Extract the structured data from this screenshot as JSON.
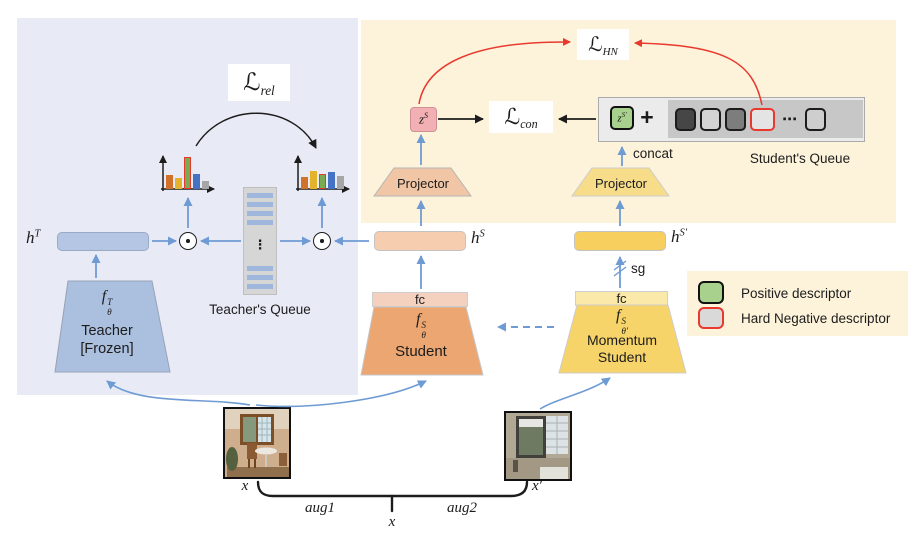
{
  "losses": {
    "rel": {
      "script": "ℒ",
      "sub": "rel"
    },
    "con": {
      "script": "ℒ",
      "sub": "con"
    },
    "hn": {
      "script": "ℒ",
      "sub": "HN"
    }
  },
  "math": {
    "hT": {
      "base": "h",
      "sup": "T"
    },
    "hS": {
      "base": "h",
      "sup": "S"
    },
    "hSp": {
      "base": "h",
      "sup": "S′"
    },
    "zS": {
      "base": "z",
      "sup": "S"
    },
    "zSp": {
      "base": "z",
      "sup": "S′"
    },
    "fT": {
      "base": "f",
      "sup": "T",
      "sub": "θ"
    },
    "fS": {
      "base": "f",
      "sup": "S",
      "sub": "θ"
    },
    "fSp": {
      "base": "f",
      "sup": "S",
      "sub": "θ′"
    },
    "x": "x",
    "xprime": "x′",
    "x_source": "x",
    "aug1": "aug1",
    "aug2": "aug2"
  },
  "nodes": {
    "teacher_name": "Teacher",
    "teacher_frozen": "[Frozen]",
    "student_name": "Student",
    "momentum_line1": "Momentum",
    "momentum_line2": "Student",
    "projector": "Projector",
    "fc": "fc"
  },
  "ops": {
    "concat": "concat",
    "sg": "sg",
    "plus": "+",
    "odot": "⊙"
  },
  "teacher_queue": {
    "label": "Teacher's Queue",
    "top_stripes": 4,
    "bottom_stripes": 3,
    "ellipsis": "⋮"
  },
  "student_queue": {
    "label": "Student's Queue",
    "ellipsis": "⋯",
    "cells": [
      {
        "fill": "#464646",
        "border": "#1c1c1c"
      },
      {
        "fill": "#d4d4d4",
        "border": "#1c1c1c"
      },
      {
        "fill": "#7d7d7d",
        "border": "#1c1c1c"
      },
      {
        "fill": "#e4e4e4",
        "border": "#e8392f",
        "hard": true,
        "w": 25
      },
      {
        "dots": true
      },
      {
        "fill": "#cecece",
        "border": "#1c1c1c"
      }
    ]
  },
  "legend": {
    "positive": "Positive descriptor",
    "hard_negative": "Hard Negative descriptor",
    "positive_color": "#a9d18e",
    "hard_negative_fill": "#d9d9d9",
    "hard_negative_border": "#e8392f"
  },
  "histograms": {
    "teacher": {
      "bars": [
        {
          "h": 14,
          "color": "#d2722a"
        },
        {
          "h": 11,
          "color": "#e3b32c"
        },
        {
          "h": 32,
          "color": "#79ab53",
          "hard": true
        },
        {
          "h": 15,
          "color": "#4472c4"
        },
        {
          "h": 8,
          "color": "#a6a6a6"
        }
      ]
    },
    "student": {
      "bars": [
        {
          "h": 12,
          "color": "#d2722a"
        },
        {
          "h": 18,
          "color": "#e3b32c"
        },
        {
          "h": 15,
          "color": "#79ab53",
          "hard": true
        },
        {
          "h": 17,
          "color": "#4472c4"
        },
        {
          "h": 13,
          "color": "#a6a6a6"
        }
      ]
    }
  },
  "colors": {
    "teacher_region_bg": "#e8ebf6",
    "student_region_bg": "#fdf3da",
    "teacher_fill": "#abbfde",
    "teacher_feature": "#b4c6e4",
    "student_fill": "#eba672",
    "student_feature": "#f6cdae",
    "student_fc": "#f4d1bf",
    "student_projector": "#f1c6a6",
    "momentum_fill": "#f6d469",
    "momentum_feature": "#f7cf5e",
    "momentum_fc": "#fbe9a9",
    "momentum_projector": "#f7dd8a",
    "zs_fill": "#f3b0b4",
    "positive_fill": "#a9d18e",
    "arrow_blue": "#6f9bd4",
    "arrow_red": "#e8392f",
    "arrow_black": "#1c1c1c",
    "queue_fill": "#d6d6d6",
    "queue_stripe": "#9fb6dd",
    "student_queue_outer": "#ebebeb",
    "student_queue_inner": "#c7c7c7"
  }
}
